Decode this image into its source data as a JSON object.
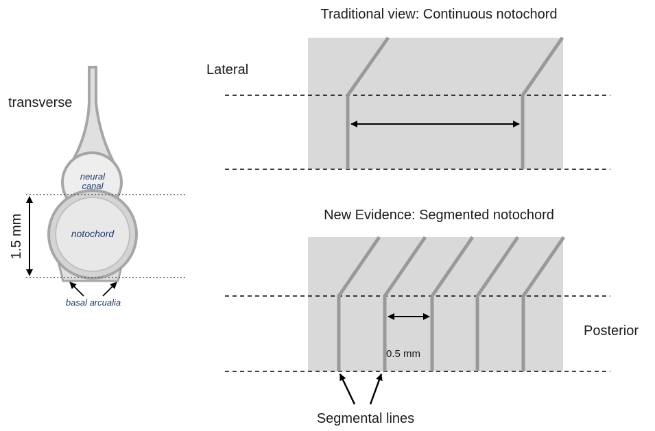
{
  "left_diagram": {
    "transverse_label": "transverse",
    "neural_canal_line1": "neural",
    "neural_canal_line2": "canal",
    "notochord_label": "notochord",
    "height_label": "1.5 mm",
    "basal_arcualia_label": "basal arcualia"
  },
  "top_panel": {
    "title": "Traditional view: Continuous notochord",
    "lateral_label": "Lateral"
  },
  "bottom_panel": {
    "title": "New Evidence: Segmented notochord",
    "spacing_label": "0.5 mm",
    "posterior_label": "Posterior",
    "segmental_lines_label": "Segmental lines"
  },
  "colors": {
    "panel_fill": "#d9d9d9",
    "segment_line": "#999999",
    "circle_fill": "#dcdcdc",
    "circle_stroke": "#a6a6a6"
  }
}
